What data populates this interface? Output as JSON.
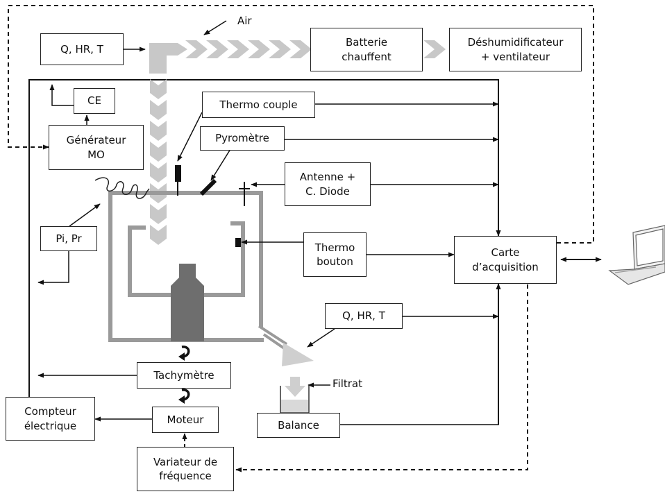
{
  "boxes": {
    "q_hr_t_top": "Q, HR, T",
    "batterie": "Batterie\nchauffent",
    "deshumidificateur": "Déshumidificateur\n+ ventilateur",
    "ce": "CE",
    "generateur": "Générateur\nMO",
    "thermocouple": "Thermo couple",
    "pyrometre": "Pyromètre",
    "antenne": "Antenne +\nC. Diode",
    "pi_pr": "Pi, Pr",
    "thermobouton": "Thermo\nbouton",
    "carte": "Carte\nd’acquisition",
    "q_hr_t_bottom": "Q, HR, T",
    "tachymetre": "Tachymètre",
    "moteur": "Moteur",
    "compteur": "Compteur\nélectrique",
    "balance": "Balance",
    "variateur": "Variateur de\nfréquence"
  },
  "labels": {
    "air": "Air",
    "filtrat": "Filtrat"
  },
  "icons": {
    "laptop": "laptop-icon",
    "magnetron_coil": "coil-icon",
    "rotation": "rotation-arrow-icon"
  },
  "colors": {
    "line": "#111111",
    "vessel": "#9a9a9a",
    "bottle": "#6e6e6e",
    "airflow": "#c8c8c8"
  }
}
